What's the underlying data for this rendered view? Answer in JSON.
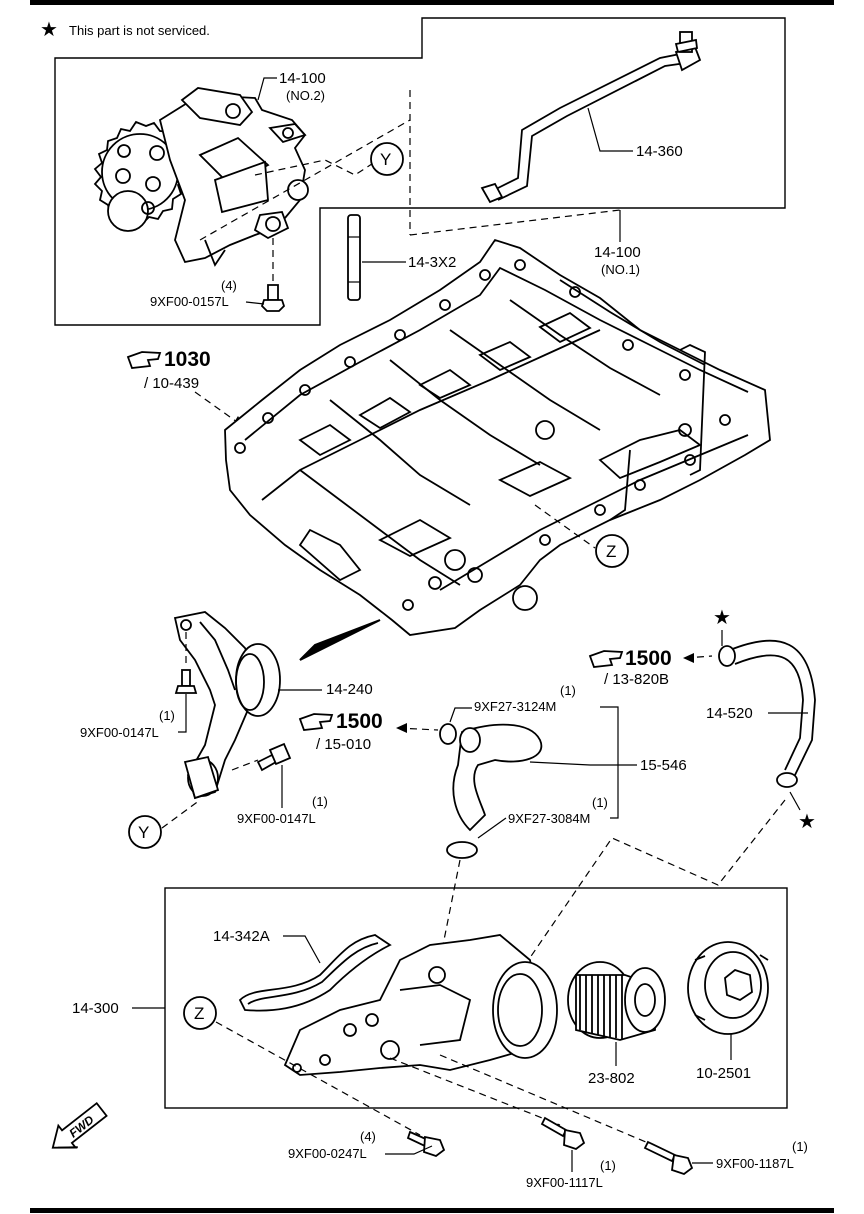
{
  "note": {
    "star": "★",
    "text": "This part is not serviced."
  },
  "parts": {
    "oil_pump_no2": {
      "number": "14-100",
      "sub": "(NO.2)"
    },
    "oil_pump_no1": {
      "number": "14-100",
      "sub": "(NO.1)"
    },
    "pipe": {
      "number": "14-360"
    },
    "dowel": {
      "number": "14-3X2"
    },
    "bolt_pump": {
      "qty": "(4)",
      "number": "9XF00-0157L"
    },
    "ref_1030": {
      "icon": "hand-pointer-icon",
      "number": "1030",
      "sub": "/ 10-439"
    },
    "ref_1500_a": {
      "icon": "hand-pointer-icon",
      "number": "1500",
      "sub": "/ 13-820B"
    },
    "ref_1500_b": {
      "icon": "hand-pointer-icon",
      "number": "1500",
      "sub": "/ 15-010"
    },
    "strainer": {
      "number": "14-240"
    },
    "bolt_strainer_a": {
      "qty": "(1)",
      "number": "9XF00-0147L"
    },
    "bolt_strainer_b": {
      "qty": "(1)",
      "number": "9XF00-0147L"
    },
    "clamp_a": {
      "qty": "(1)",
      "number": "9XF27-3124M"
    },
    "clamp_b": {
      "qty": "(1)",
      "number": "9XF27-3084M"
    },
    "hose_water": {
      "number": "15-546"
    },
    "hose_vent": {
      "number": "14-520"
    },
    "gasket": {
      "number": "14-342A"
    },
    "oil_filter_body": {
      "number": "14-300"
    },
    "filter_element": {
      "number": "23-802"
    },
    "filter_cap": {
      "number": "10-2501"
    },
    "bolt_a": {
      "qty": "(4)",
      "number": "9XF00-0247L"
    },
    "bolt_b": {
      "qty": "(1)",
      "number": "9XF00-1117L"
    },
    "bolt_c": {
      "qty": "(1)",
      "number": "9XF00-1187L"
    }
  },
  "callouts": {
    "y": "Y",
    "z": "Z"
  },
  "fwd": "FWD"
}
